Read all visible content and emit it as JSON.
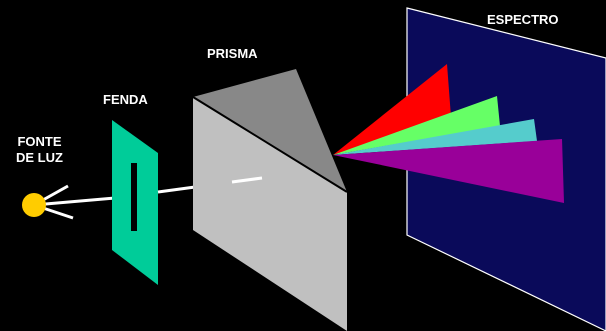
{
  "labels": {
    "spectrum": "ESPECTRO",
    "prism": "PRISMA",
    "slit": "FENDA",
    "light_source_line1": "FONTE",
    "light_source_line2": "DE LUZ"
  },
  "colors": {
    "background": "#000000",
    "spectrum_panel": "#0a0a5a",
    "spectrum_border": "#ffffff",
    "slit_panel": "#00cc99",
    "slit_opening": "#000000",
    "prism_front": "#c0c0c0",
    "prism_top": "#888888",
    "prism_edge": "#000000",
    "light_source": "#ffcc00",
    "light_ray": "#ffffff",
    "band_red": "#ff0000",
    "band_green": "#66ff66",
    "band_cyan": "#55cccc",
    "band_purple": "#990099"
  },
  "icons": {
    "light_source": "light-bulb-sun-icon"
  }
}
